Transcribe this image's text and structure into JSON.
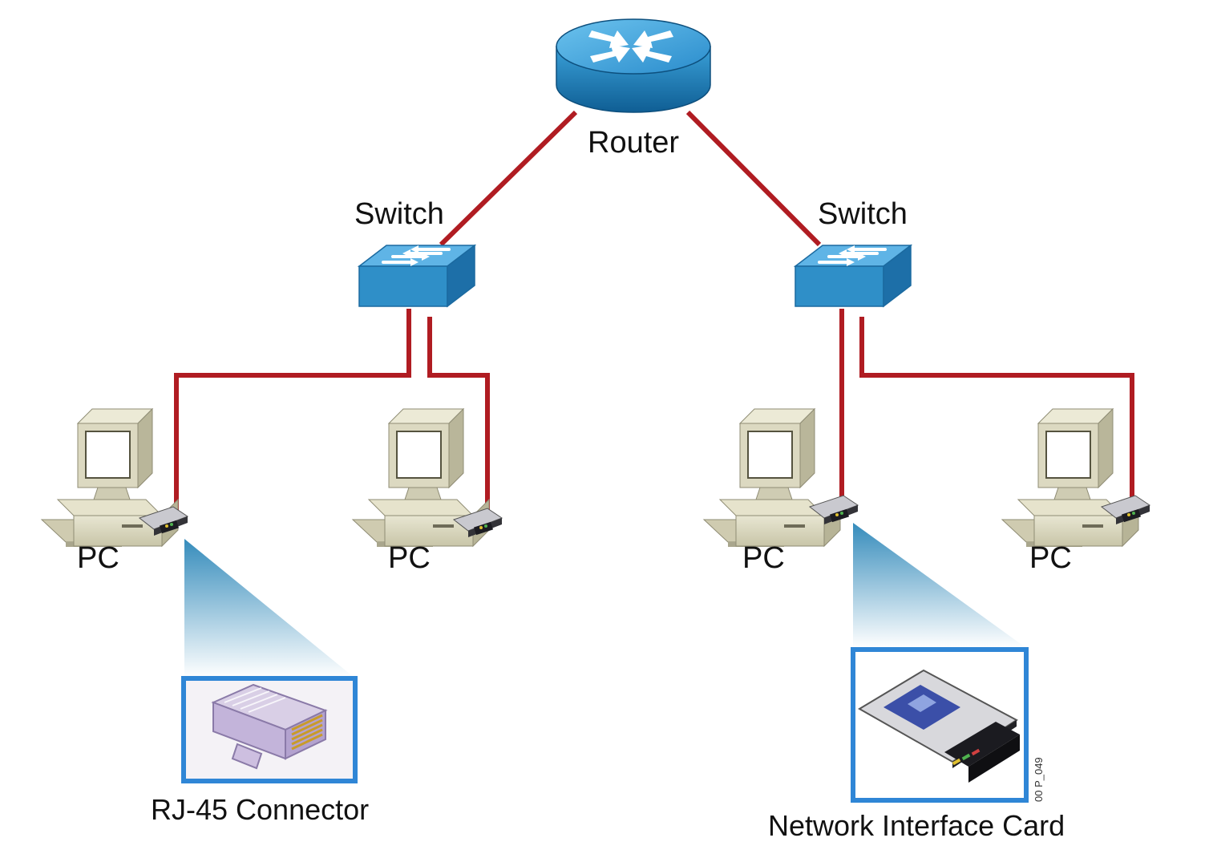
{
  "labels": {
    "router": "Router",
    "switch_left": "Switch",
    "switch_right": "Switch",
    "pc_1": "PC",
    "pc_2": "PC",
    "pc_3": "PC",
    "pc_4": "PC",
    "rj45": "RJ-45 Connector",
    "nic": "Network Interface Card",
    "figure_code": "00 P_049"
  },
  "colors": {
    "cable": "#b01c22",
    "device_blue": "#2f8fc8",
    "callout_border": "#2f86d6",
    "pc_beige": "#d9d6bd"
  }
}
